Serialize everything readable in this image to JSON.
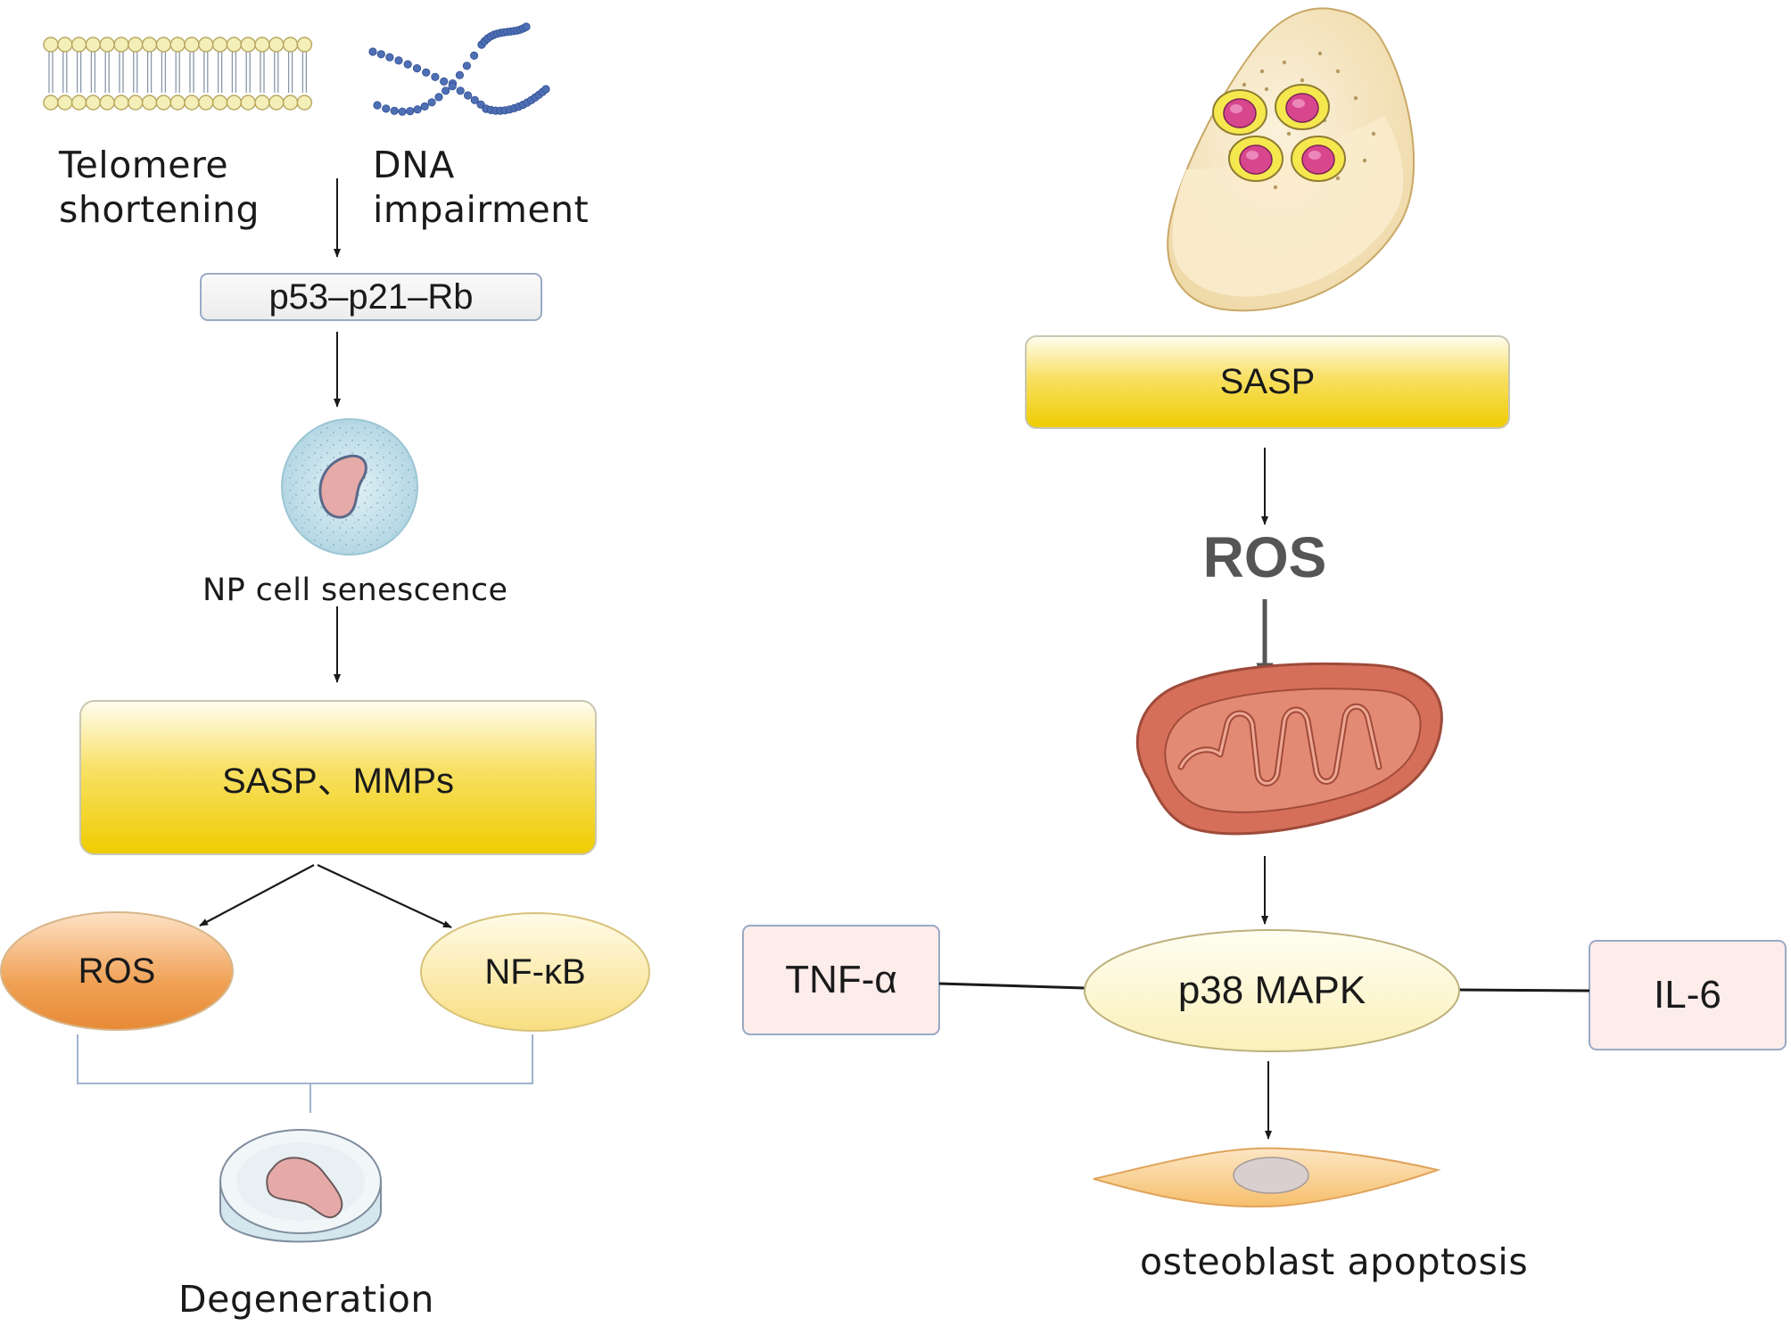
{
  "left_panel": {
    "telomere_label": "Telomere\nshortening",
    "dna_label": "DNA\nimpairment",
    "p53_box": "p53–p21–Rb",
    "np_cell_label": "NP cell senescence",
    "sasp_mmps_box": "SASP、MMPs",
    "ros_oval": "ROS",
    "nfkb_oval": "NF-κB",
    "degeneration_label": "Degeneration"
  },
  "right_panel": {
    "sasp_box": "SASP",
    "ros_label": "ROS",
    "tnf_box": "TNF-α",
    "p38_oval": "p38 MAPK",
    "il6_box": "IL-6",
    "osteoblast_label": "osteoblast apoptosis"
  },
  "colors": {
    "yellow_box_top": "#fffbe0",
    "yellow_box_bottom": "#f4d000",
    "ros_oval": "#ee9440",
    "nfkb_oval": "#fbe58c",
    "pink_box": "#fcecea",
    "mitochondria": "#d9705c",
    "ros_bold_text": "#555555"
  }
}
